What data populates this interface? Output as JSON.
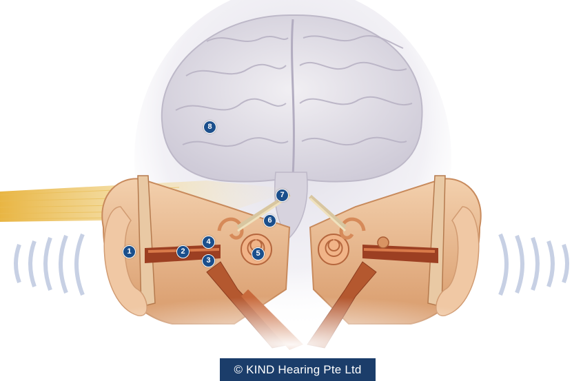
{
  "markers": [
    {
      "label": "1"
    },
    {
      "label": "2"
    },
    {
      "label": "3"
    },
    {
      "label": "4"
    },
    {
      "label": "5"
    },
    {
      "label": "6"
    },
    {
      "label": "7"
    },
    {
      "label": "8"
    }
  ],
  "copyright": "© KIND Hearing Pte Ltd",
  "colors": {
    "marker": "#1b4f8c",
    "copyright_bg": "#1b3d6a",
    "brain": "#e6e4ea",
    "tissue": "#e7c7a0",
    "muscle": "#b9582e",
    "sound_wave": "#8fa1c8",
    "sound_beam": "#e8b43a"
  }
}
